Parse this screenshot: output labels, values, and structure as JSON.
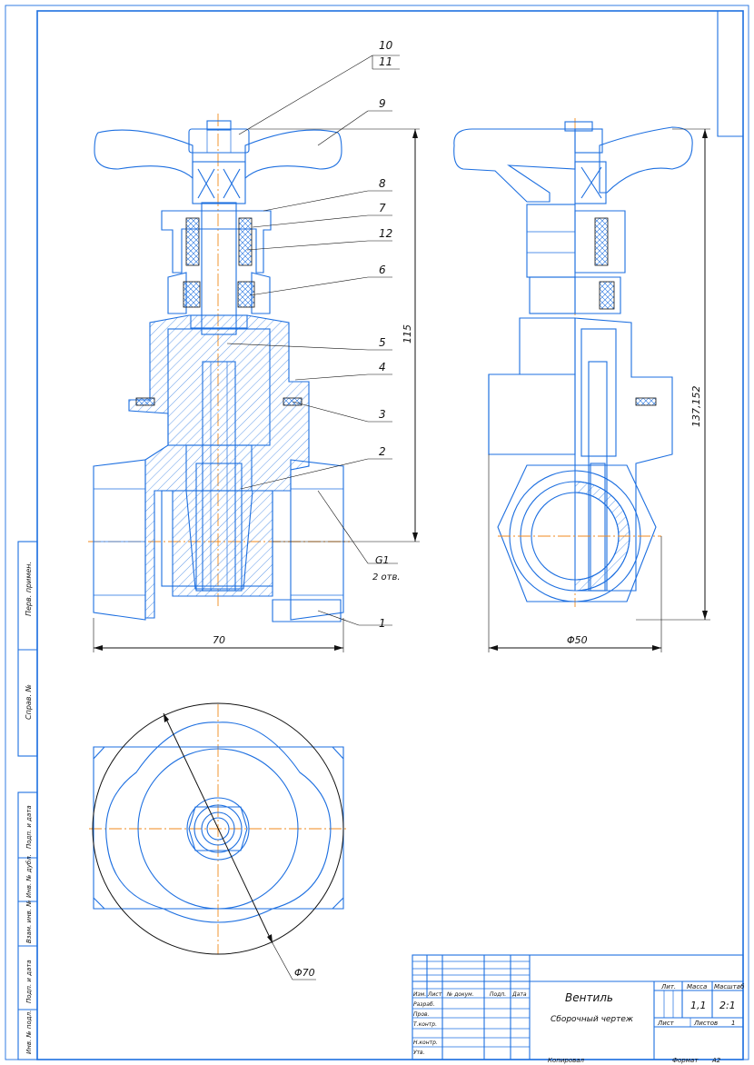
{
  "drawing": {
    "leaders": [
      "10",
      "11",
      "9",
      "8",
      "7",
      "12",
      "6",
      "5",
      "4",
      "3",
      "2",
      "1"
    ],
    "dims": {
      "width_front": "70",
      "height_front": "115",
      "dia_side": "Φ50",
      "height_side": "137,152",
      "dia_top": "Φ70",
      "thread": "G1",
      "thread_note": "2 отв."
    }
  },
  "side_stamp": [
    "Перв. примен.",
    "Справ. №",
    "Подп. и дата",
    "Инв. № дубл.",
    "Взам. инв. №",
    "Подп. и дата",
    "Инв. № подл."
  ],
  "title_block": {
    "name": "Вентиль",
    "doc_type": "Сборочный чертеж",
    "lit_label": "Лит.",
    "mass_label": "Масса",
    "scale_label": "Масштаб",
    "mass": "1,1",
    "scale": "2:1",
    "sheet_label": "Лист",
    "sheets_label": "Листов",
    "sheets": "1",
    "col_izm": "Изм.",
    "col_list": "Лист",
    "col_doc": "№ докум.",
    "col_sign": "Подп.",
    "col_date": "Дата",
    "row_razrab": "Разраб.",
    "row_prov": "Пров.",
    "row_tkontr": "Т.контр.",
    "row_nkontr": "Н.контр.",
    "row_utv": "Утв.",
    "copied": "Копировал",
    "format_label": "Формат",
    "format": "A2"
  }
}
